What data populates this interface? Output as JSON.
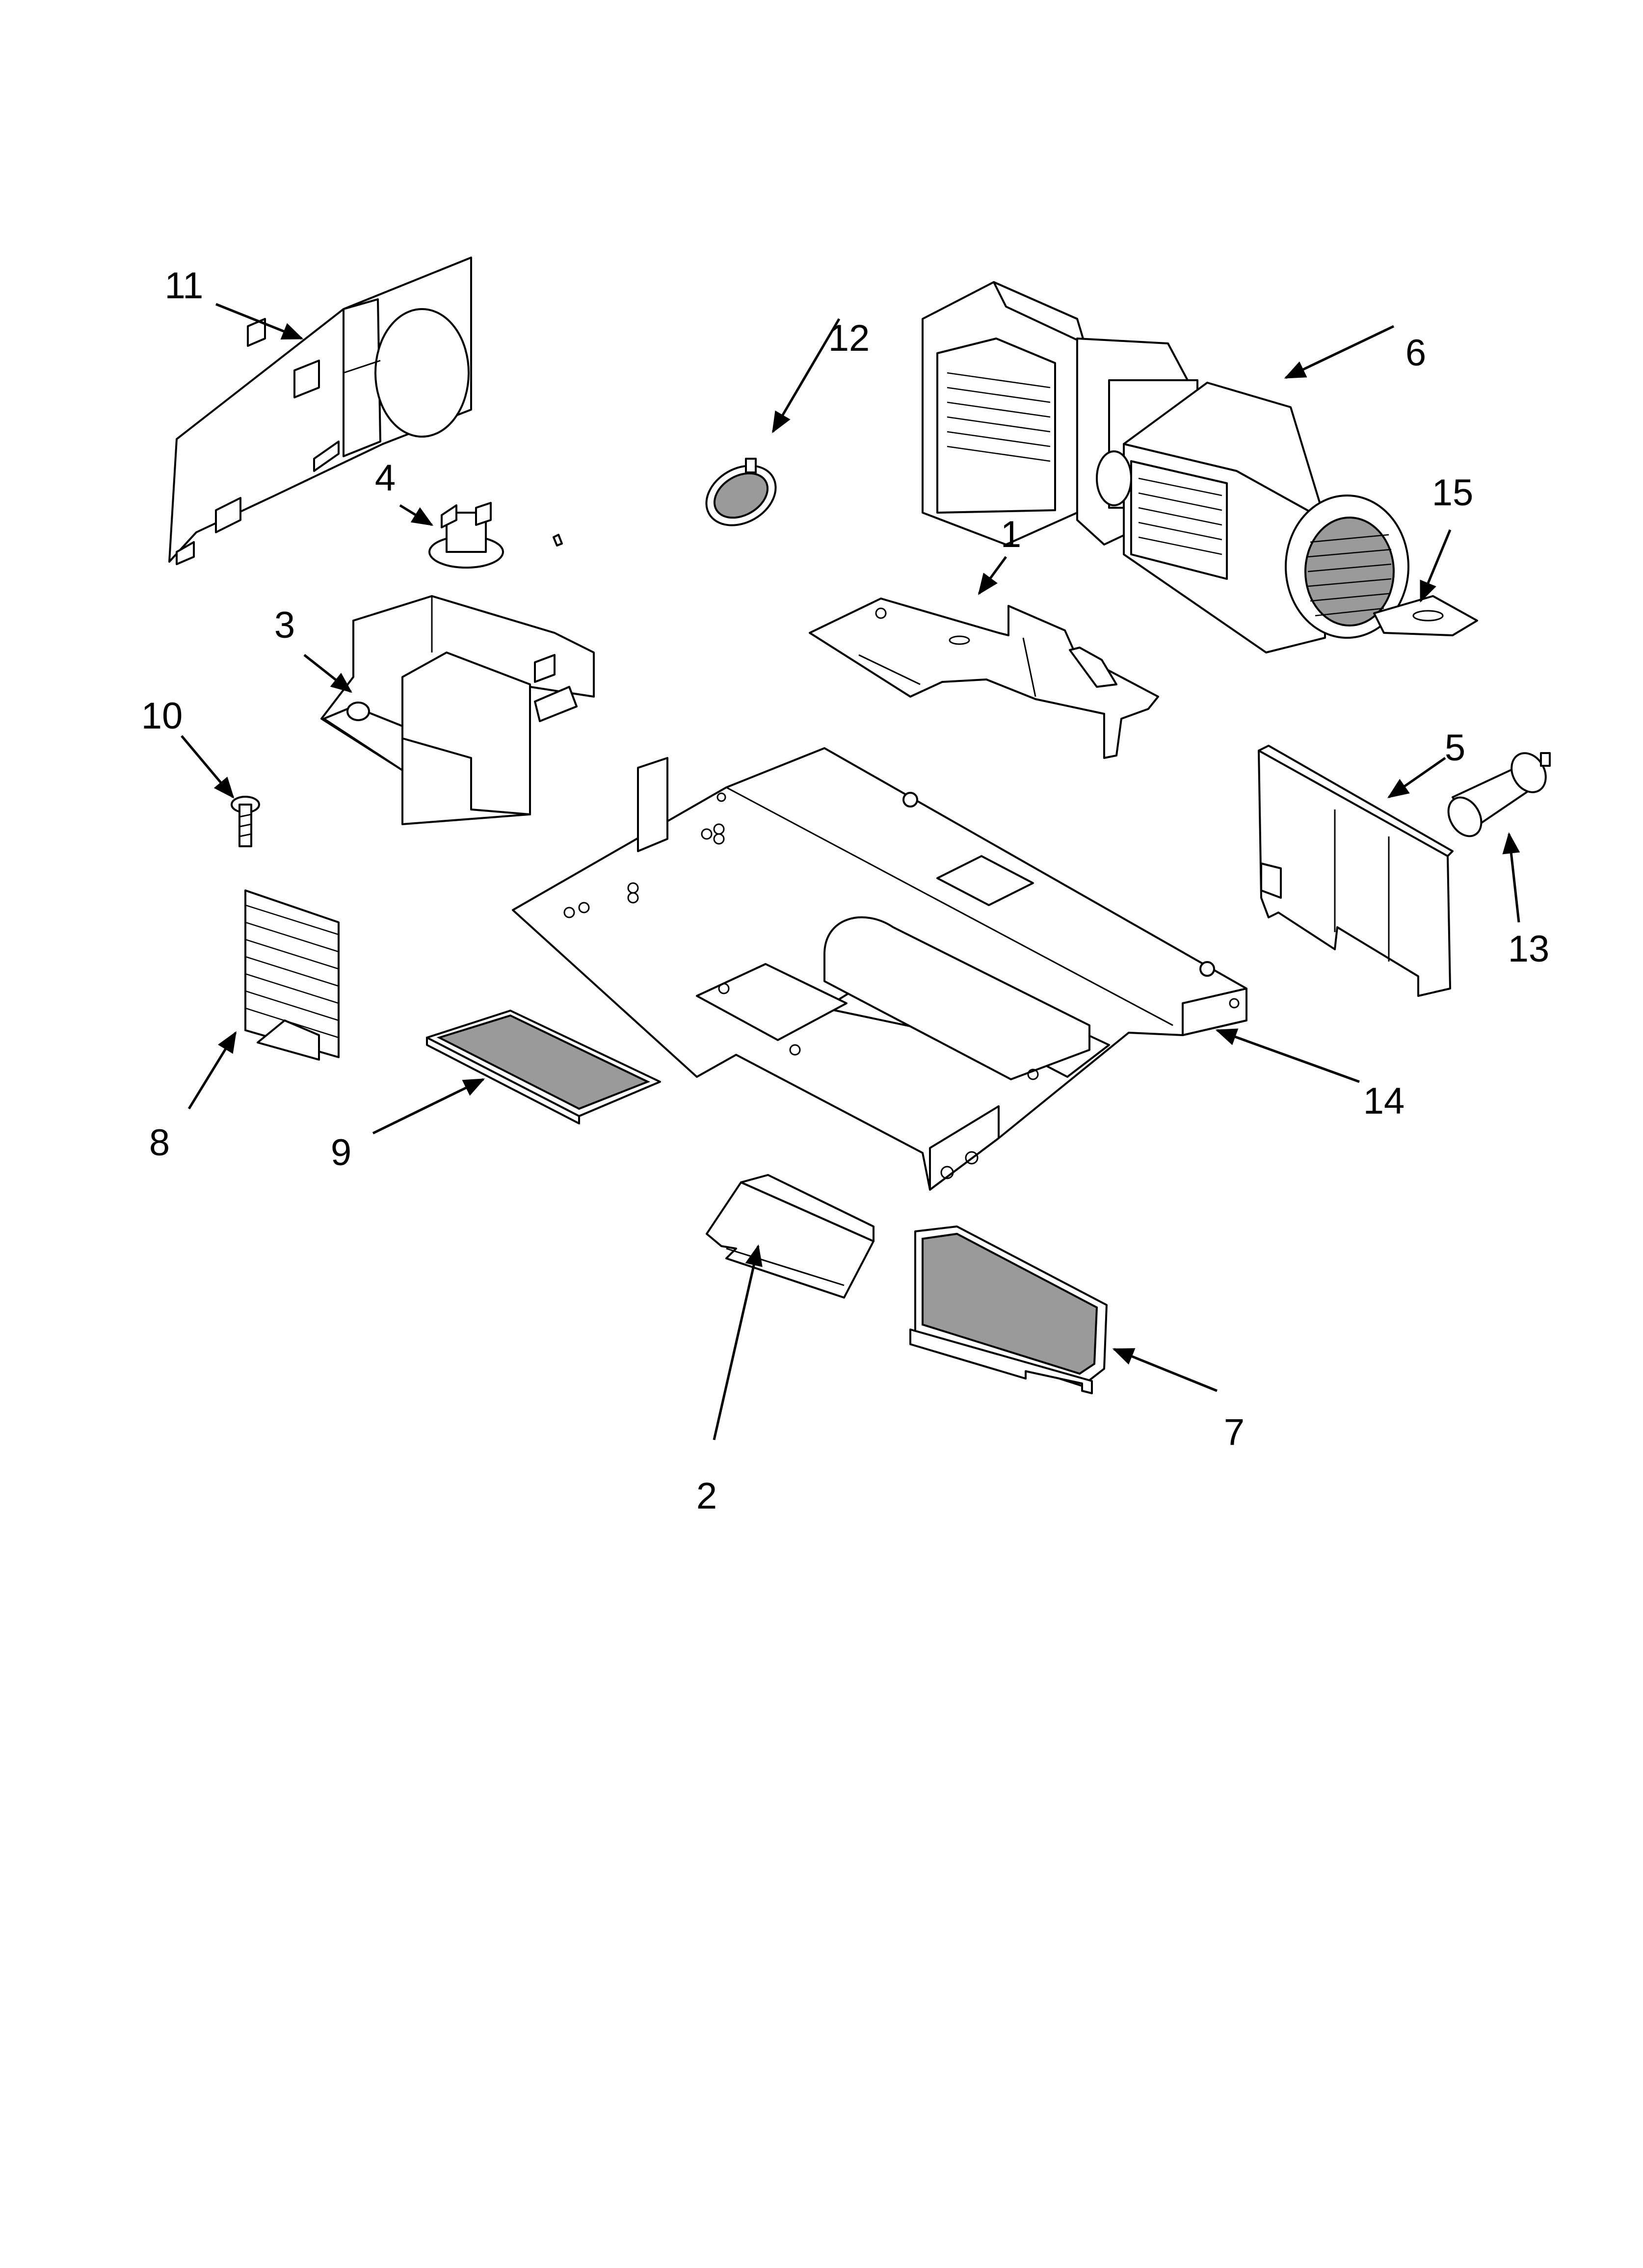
{
  "callouts": [
    {
      "id": "1",
      "label": "1"
    },
    {
      "id": "2",
      "label": "2"
    },
    {
      "id": "3",
      "label": "3"
    },
    {
      "id": "4",
      "label": "4"
    },
    {
      "id": "5",
      "label": "5"
    },
    {
      "id": "6",
      "label": "6"
    },
    {
      "id": "7",
      "label": "7"
    },
    {
      "id": "8",
      "label": "8"
    },
    {
      "id": "9",
      "label": "9"
    },
    {
      "id": "10",
      "label": "10"
    },
    {
      "id": "11",
      "label": "11"
    },
    {
      "id": "12",
      "label": "12"
    },
    {
      "id": "13",
      "label": "13"
    },
    {
      "id": "14",
      "label": "14"
    },
    {
      "id": "15",
      "label": "15"
    }
  ],
  "colors": {
    "line": "#000000",
    "mesh": "#9a9a9a",
    "background": "#ffffff"
  }
}
